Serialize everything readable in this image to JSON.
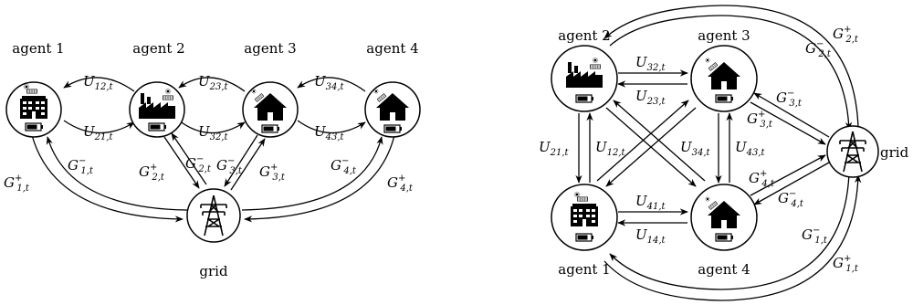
{
  "left": {
    "agents": [
      {
        "label": "agent 1",
        "icon": "office-building-icon"
      },
      {
        "label": "agent 2",
        "icon": "factory-icon"
      },
      {
        "label": "agent 3",
        "icon": "house-icon"
      },
      {
        "label": "agent 4",
        "icon": "house-icon"
      }
    ],
    "grid_label": "grid",
    "grid_icon": "transmission-tower-icon",
    "U_labels": [
      {
        "base": "U",
        "sub": "12,t"
      },
      {
        "base": "U",
        "sub": "21,t"
      },
      {
        "base": "U",
        "sub": "23,t"
      },
      {
        "base": "U",
        "sub": "32,t"
      },
      {
        "base": "U",
        "sub": "34,t"
      },
      {
        "base": "U",
        "sub": "43,t"
      }
    ],
    "G_labels": [
      {
        "base": "G",
        "sup": "+",
        "sub": "1,t"
      },
      {
        "base": "G",
        "sup": "−",
        "sub": "1,t"
      },
      {
        "base": "G",
        "sup": "+",
        "sub": "2,t"
      },
      {
        "base": "G",
        "sup": "−",
        "sub": "2,t"
      },
      {
        "base": "G",
        "sup": "−",
        "sub": "3,t"
      },
      {
        "base": "G",
        "sup": "+",
        "sub": "3,t"
      },
      {
        "base": "G",
        "sup": "−",
        "sub": "4,t"
      },
      {
        "base": "G",
        "sup": "+",
        "sub": "4,t"
      }
    ]
  },
  "right": {
    "agents": [
      {
        "label": "agent 2",
        "icon": "factory-icon"
      },
      {
        "label": "agent 3",
        "icon": "house-icon"
      },
      {
        "label": "agent 1",
        "icon": "office-building-icon"
      },
      {
        "label": "agent 4",
        "icon": "house-icon"
      }
    ],
    "grid_label": "grid",
    "grid_icon": "transmission-tower-icon",
    "U_labels": [
      {
        "base": "U",
        "sub": "32,t"
      },
      {
        "base": "U",
        "sub": "23,t"
      },
      {
        "base": "U",
        "sub": "21,t"
      },
      {
        "base": "U",
        "sub": "12,t"
      },
      {
        "base": "U",
        "sub": "34,t"
      },
      {
        "base": "U",
        "sub": "43,t"
      },
      {
        "base": "U",
        "sub": "41,t"
      },
      {
        "base": "U",
        "sub": "14,t"
      }
    ],
    "G_labels": [
      {
        "base": "G",
        "sup": "+",
        "sub": "2,t"
      },
      {
        "base": "G",
        "sup": "−",
        "sub": "2,t"
      },
      {
        "base": "G",
        "sup": "−",
        "sub": "3,t"
      },
      {
        "base": "G",
        "sup": "+",
        "sub": "3,t"
      },
      {
        "base": "G",
        "sup": "+",
        "sub": "4,t"
      },
      {
        "base": "G",
        "sup": "−",
        "sub": "4,t"
      },
      {
        "base": "G",
        "sup": "−",
        "sub": "1,t"
      },
      {
        "base": "G",
        "sup": "+",
        "sub": "1,t"
      }
    ]
  }
}
